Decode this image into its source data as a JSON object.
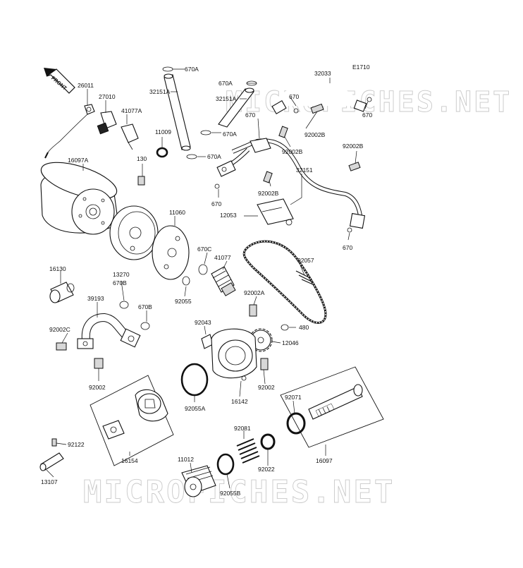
{
  "figure_code": "E1710",
  "front_label": "FRONT",
  "watermark_top": "MICROFICHES.NET",
  "watermark_bottom": "MICROFICHES.NET",
  "labels": [
    {
      "id": "670A_a",
      "text": "670A"
    },
    {
      "id": "670A_b",
      "text": "670A"
    },
    {
      "id": "670A_c",
      "text": "670A"
    },
    {
      "id": "670A_d",
      "text": "670A"
    },
    {
      "id": "32033",
      "text": "32033"
    },
    {
      "id": "26011",
      "text": "26011"
    },
    {
      "id": "27010",
      "text": "27010"
    },
    {
      "id": "41077A",
      "text": "41077A"
    },
    {
      "id": "32151A_a",
      "text": "32151A"
    },
    {
      "id": "32151A_b",
      "text": "32151A"
    },
    {
      "id": "670_a",
      "text": "670"
    },
    {
      "id": "670_b",
      "text": "670"
    },
    {
      "id": "670_c",
      "text": "670"
    },
    {
      "id": "670_d",
      "text": "670"
    },
    {
      "id": "670_e",
      "text": "670"
    },
    {
      "id": "11009",
      "text": "11009"
    },
    {
      "id": "92002B_a",
      "text": "92002B"
    },
    {
      "id": "92002B_b",
      "text": "92002B"
    },
    {
      "id": "92002B_c",
      "text": "92002B"
    },
    {
      "id": "92002B_d",
      "text": "92002B"
    },
    {
      "id": "16097A",
      "text": "16097A"
    },
    {
      "id": "130",
      "text": "130"
    },
    {
      "id": "32151",
      "text": "32151"
    },
    {
      "id": "12053",
      "text": "12053"
    },
    {
      "id": "11060",
      "text": "11060"
    },
    {
      "id": "670C",
      "text": "670C"
    },
    {
      "id": "41077",
      "text": "41077"
    },
    {
      "id": "92057",
      "text": "92057"
    },
    {
      "id": "16130",
      "text": "16130"
    },
    {
      "id": "13270",
      "text": "13270"
    },
    {
      "id": "670B_a",
      "text": "670B"
    },
    {
      "id": "670B_b",
      "text": "670B"
    },
    {
      "id": "39193",
      "text": "39193"
    },
    {
      "id": "92055",
      "text": "92055"
    },
    {
      "id": "92002A",
      "text": "92002A"
    },
    {
      "id": "92043",
      "text": "92043"
    },
    {
      "id": "480",
      "text": "480"
    },
    {
      "id": "12046",
      "text": "12046"
    },
    {
      "id": "92002C",
      "text": "92002C"
    },
    {
      "id": "92002_a",
      "text": "92002"
    },
    {
      "id": "92002_b",
      "text": "92002"
    },
    {
      "id": "16142",
      "text": "16142"
    },
    {
      "id": "92055A",
      "text": "92055A"
    },
    {
      "id": "92071",
      "text": "92071"
    },
    {
      "id": "92081",
      "text": "92081"
    },
    {
      "id": "92122",
      "text": "92122"
    },
    {
      "id": "92022",
      "text": "92022"
    },
    {
      "id": "16154",
      "text": "16154"
    },
    {
      "id": "16097",
      "text": "16097"
    },
    {
      "id": "11012",
      "text": "11012"
    },
    {
      "id": "13107",
      "text": "13107"
    },
    {
      "id": "92055B",
      "text": "92055B"
    }
  ]
}
